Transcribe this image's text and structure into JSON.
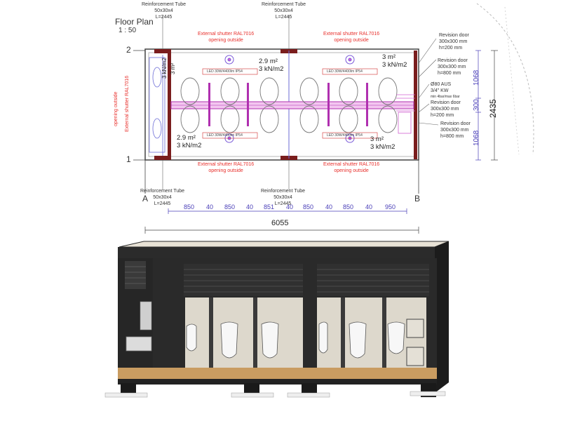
{
  "floor_plan": {
    "title": "Floor Plan",
    "scale": "1 : 50",
    "reinforcement_tube": {
      "line1": "Reinforcement Tube",
      "line2": "50x30x4",
      "line3": "L=2445"
    },
    "shutter": {
      "line1": "External shutter RAL7016",
      "line2": "opening outside"
    },
    "loads": {
      "area_29": "2.9 m²",
      "area_3": "3 m²",
      "area_3_rot": "3 m²",
      "load": "3 kN/m2"
    },
    "revision_doors": [
      {
        "line1": "Revision door",
        "line2": "300x300 mm",
        "line3": "h=200 mm"
      },
      {
        "line1": "Revision door",
        "line2": "300x300 mm",
        "line3": "h=800 mm"
      },
      {
        "line1": "Revision door",
        "line2": "300x300 mm",
        "line3": "h=200 mm"
      },
      {
        "line1": "Revision door",
        "line2": "300x300 mm",
        "line3": "h=800 mm"
      }
    ],
    "water": {
      "line1": "Ø80 AUS",
      "line2": "3/4\" KW",
      "line3": "min 4bar/max 6bar"
    },
    "grid_rows": [
      "2",
      "1"
    ],
    "grid_cols": [
      "A",
      "B"
    ],
    "bottom_dims": [
      "850",
      "40",
      "850",
      "40",
      "851",
      "40",
      "850",
      "40",
      "850",
      "40",
      "950"
    ],
    "total_width": "6055",
    "right_dims": [
      "1068",
      "300",
      "1068"
    ],
    "total_depth": "2435",
    "left_rotated": {
      "external": "External shutter RAL7016",
      "opening": "opening outside"
    },
    "led_label": "LED 30W/4400lm IP54"
  }
}
